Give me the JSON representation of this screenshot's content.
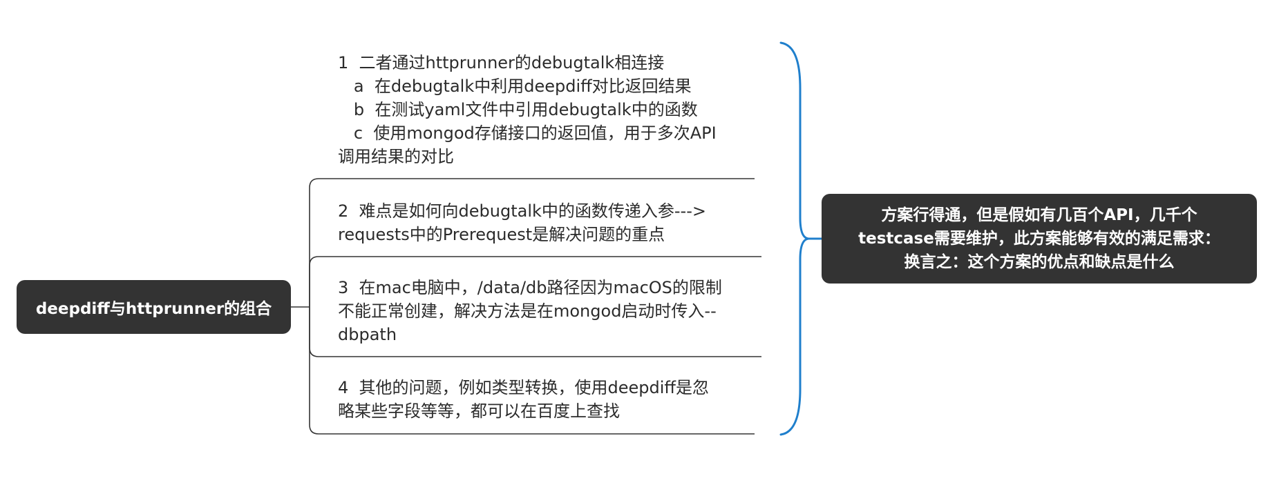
{
  "root": {
    "label": "deepdiff与httprunner的组合"
  },
  "branches": [
    {
      "lines": [
        "1  二者通过httprunner的debugtalk相连接",
        "   a  在debugtalk中利用deepdiff对比返回结果",
        "   b  在测试yaml文件中引用debugtalk中的函数",
        "   c  使用mongod存储接口的返回值，用于多次API",
        "调用结果的对比"
      ]
    },
    {
      "lines": [
        "2  难点是如何向debugtalk中的函数传递入参--->",
        "requests中的Prerequest是解决问题的重点"
      ]
    },
    {
      "lines": [
        "3  在mac电脑中，/data/db路径因为macOS的限制",
        "不能正常创建，解决方法是在mongod启动时传入--",
        "dbpath"
      ]
    },
    {
      "lines": [
        "4  其他的问题，例如类型转换，使用deepdiff是忽",
        "略某些字段等等，都可以在百度上查找"
      ]
    }
  ],
  "summary": {
    "lines": [
      "方案行得通，但是假如有几百个API，几千个",
      "testcase需要维护，此方案能够有效的满足需求：",
      "换言之：这个方案的优点和缺点是什么"
    ]
  },
  "colors": {
    "node_fill": "#333333",
    "node_text": "#ffffff",
    "connector": "#333333",
    "bracket": "#1f7fcc"
  }
}
